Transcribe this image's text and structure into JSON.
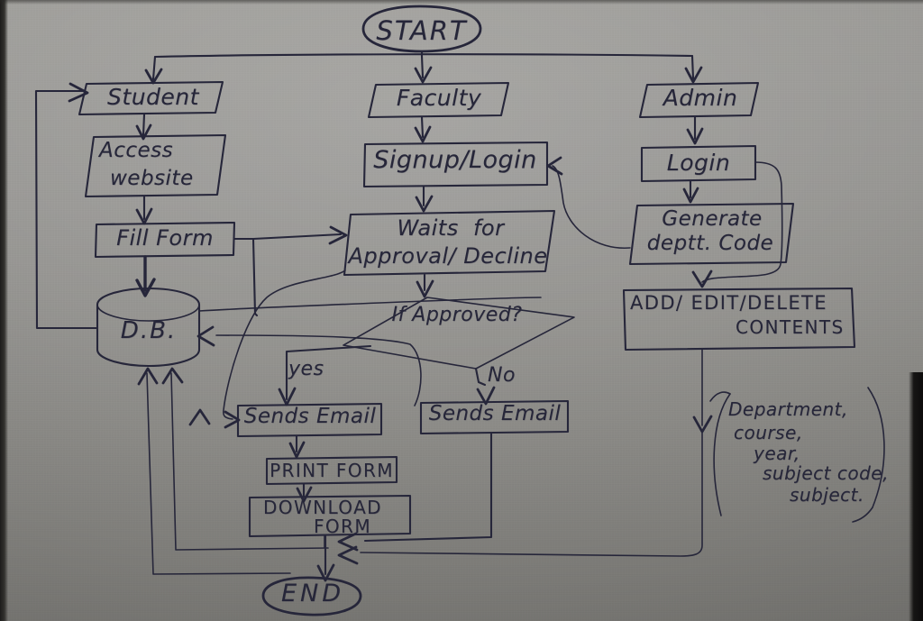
{
  "diagram": {
    "title": "Hand-drawn system flowchart",
    "ink_color": "#26263a",
    "paper_color": "#8e8d8a",
    "nodes": {
      "start": {
        "label": "START",
        "shape": "terminator"
      },
      "student": {
        "label": "Student",
        "shape": "parallelogram"
      },
      "faculty": {
        "label": "Faculty",
        "shape": "parallelogram"
      },
      "admin": {
        "label": "Admin",
        "shape": "parallelogram"
      },
      "access_website": {
        "label_line1": "Access",
        "label_line2": "website",
        "shape": "parallelogram"
      },
      "fill_form": {
        "label": "Fill Form",
        "shape": "rectangle"
      },
      "db": {
        "label": "D.B.",
        "shape": "cylinder"
      },
      "signup_login": {
        "label": "Signup/Login",
        "shape": "rectangle"
      },
      "waits": {
        "label_line1": "Waits  for",
        "label_line2": "Approval/ Decline",
        "shape": "parallelogram"
      },
      "if_approved": {
        "label": "If Approved?",
        "shape": "diamond"
      },
      "sends_email_yes": {
        "label": "Sends Email",
        "shape": "rectangle"
      },
      "sends_email_no": {
        "label": "Sends Email",
        "shape": "rectangle"
      },
      "print_form": {
        "label": "PRINT FORM",
        "shape": "rectangle"
      },
      "download_form": {
        "label_line1": "DOWNLOAD",
        "label_line2": "FORM",
        "shape": "rectangle"
      },
      "login": {
        "label": "Login",
        "shape": "rectangle"
      },
      "generate_dept_code": {
        "label_line1": "Generate",
        "label_line2": "deptt. Code",
        "shape": "parallelogram"
      },
      "add_edit_delete": {
        "label_line1": "ADD/ EDIT/DELETE",
        "label_line2": "CONTENTS",
        "shape": "rectangle"
      },
      "end": {
        "label": "END",
        "shape": "terminator"
      }
    },
    "edge_labels": {
      "yes": "yes",
      "no": "No"
    },
    "annotation": {
      "line1": "Department,",
      "line2": "course,",
      "line3": "year,",
      "line4": "subject code,",
      "line5": "subject."
    }
  }
}
